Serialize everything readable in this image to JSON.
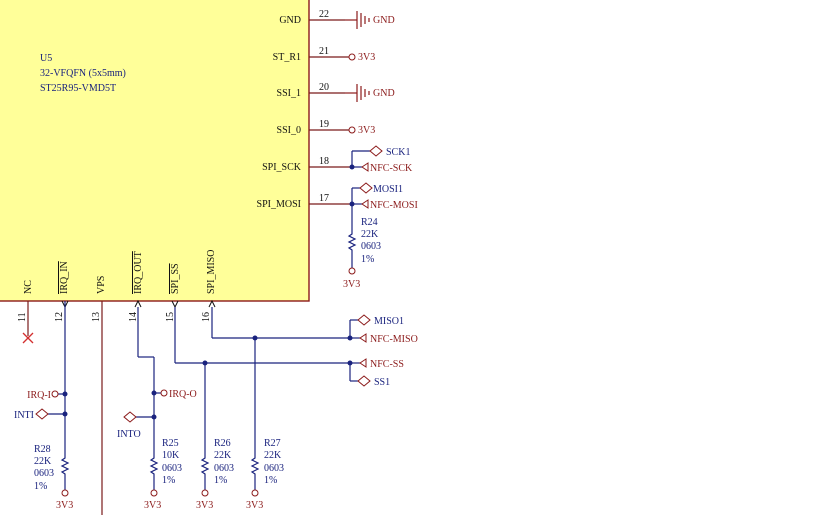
{
  "chip": {
    "ref": "U5",
    "package": "32-VFQFN (5x5mm)",
    "part": "ST25R95-VMD5T",
    "fill": "#ffff99",
    "border": "#8b1a1a"
  },
  "right_pins": [
    {
      "name": "GND",
      "num": "22",
      "net": "GND"
    },
    {
      "name": "ST_R1",
      "num": "21",
      "net": "3V3"
    },
    {
      "name": "SSI_1",
      "num": "20",
      "net": "GND"
    },
    {
      "name": "SSI_0",
      "num": "19",
      "net": "3V3"
    },
    {
      "name": "SPI_SCK",
      "num": "18",
      "net": "NFC-SCK"
    },
    {
      "name": "SPI_MOSI",
      "num": "17",
      "net": "NFC-MOSI"
    }
  ],
  "bottom_pins": [
    {
      "name": "NC",
      "num": "11"
    },
    {
      "name": "IRQ_IN",
      "num": "12"
    },
    {
      "name": "VPS",
      "num": "13"
    },
    {
      "name": "IRQ_OUT",
      "num": "14"
    },
    {
      "name": "SPI_SS",
      "num": "15"
    },
    {
      "name": "SPI_MISO",
      "num": "16"
    }
  ],
  "ports": {
    "sck1": "SCK1",
    "mosi1": "MOSI1",
    "miso1": "MISO1",
    "nfc_miso": "NFC-MISO",
    "nfc_ss": "NFC-SS",
    "ss1": "SS1",
    "irq_i": "IRQ-I",
    "inti": "INTI",
    "irq_o": "IRQ-O",
    "into": "INTO"
  },
  "resistors": [
    {
      "ref": "R24",
      "value": "22K",
      "size": "0603",
      "tol": "1%",
      "net": "3V3"
    },
    {
      "ref": "R28",
      "value": "22K",
      "size": "0603",
      "tol": "1%",
      "net": "3V3"
    },
    {
      "ref": "R25",
      "value": "10K",
      "size": "0603",
      "tol": "1%",
      "net": "3V3"
    },
    {
      "ref": "R26",
      "value": "22K",
      "size": "0603",
      "tol": "1%",
      "net": "3V3"
    },
    {
      "ref": "R27",
      "value": "22K",
      "size": "0603",
      "tol": "1%",
      "net": "3V3"
    }
  ]
}
